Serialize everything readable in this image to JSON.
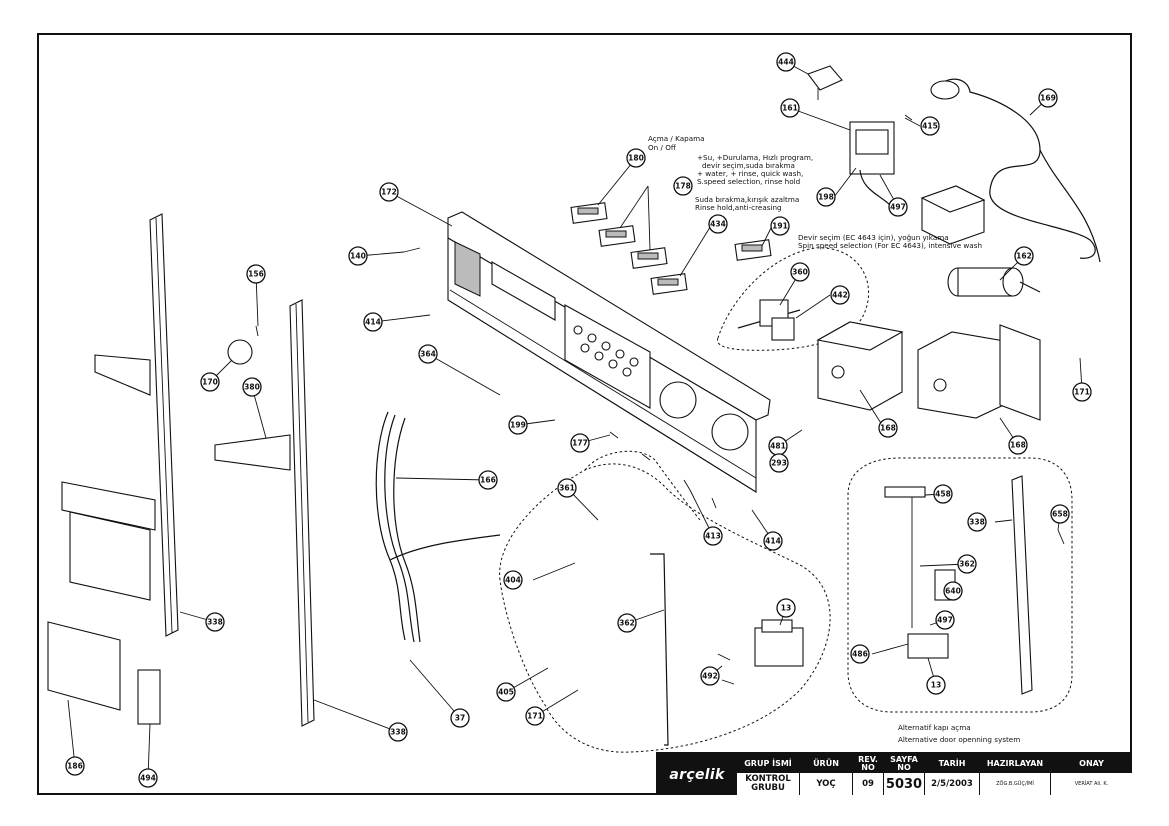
{
  "notes": {
    "power_tr": "Açma / Kapama",
    "power_en": "On / Off",
    "buttons_tr_1": "+Su, +Durulama, Hızlı program,",
    "buttons_tr_2": "devir seçim,suda bırakma",
    "buttons_en_1": "+ water, + rinse, quick wash,",
    "buttons_en_2": "S.speed selection, rinse hold",
    "rinsehold_tr": "Suda bırakma,kırışık azaltma",
    "rinsehold_en": "Rinse hold,anti-creasing",
    "speed_tr": "Devir seçim (EC 4643 için), yoğun yıkama",
    "speed_en": "Spin speed selection (For EC 4643), intensive wash",
    "alt_door_tr": "Alternatif kapı açma",
    "alt_door_en": "Alternative door openning system"
  },
  "callouts": [
    "444",
    "161",
    "415",
    "169",
    "180",
    "178",
    "434",
    "191",
    "198",
    "497",
    "162",
    "172",
    "140",
    "360",
    "442",
    "414",
    "156",
    "364",
    "170",
    "380",
    "199",
    "177",
    "171",
    "168",
    "168",
    "166",
    "481",
    "293",
    "361",
    "413",
    "414",
    "458",
    "338",
    "658",
    "362",
    "640",
    "497",
    "404",
    "486",
    "13",
    "362",
    "492",
    "338",
    "405",
    "171",
    "37",
    "186",
    "494",
    "338",
    "13"
  ],
  "title_block": {
    "logo": "arçelik",
    "headers": {
      "grup": "GRUP İSMİ",
      "urun": "ÜRÜN",
      "rev": "REV. NO",
      "sayfa": "SAYFA NO",
      "tarih": "TARİH",
      "hazirlayan": "HAZIRLAYAN",
      "onay": "ONAY"
    },
    "values": {
      "grup": "KONTROL GRUBU",
      "urun": "YOÇ",
      "rev": "09",
      "sayfa": "5030",
      "tarih": "2/5/2003",
      "hazirlayan": "ZÖG.B.GÜÇ/İMİ",
      "onay": "VERİAT Ali. K."
    }
  }
}
